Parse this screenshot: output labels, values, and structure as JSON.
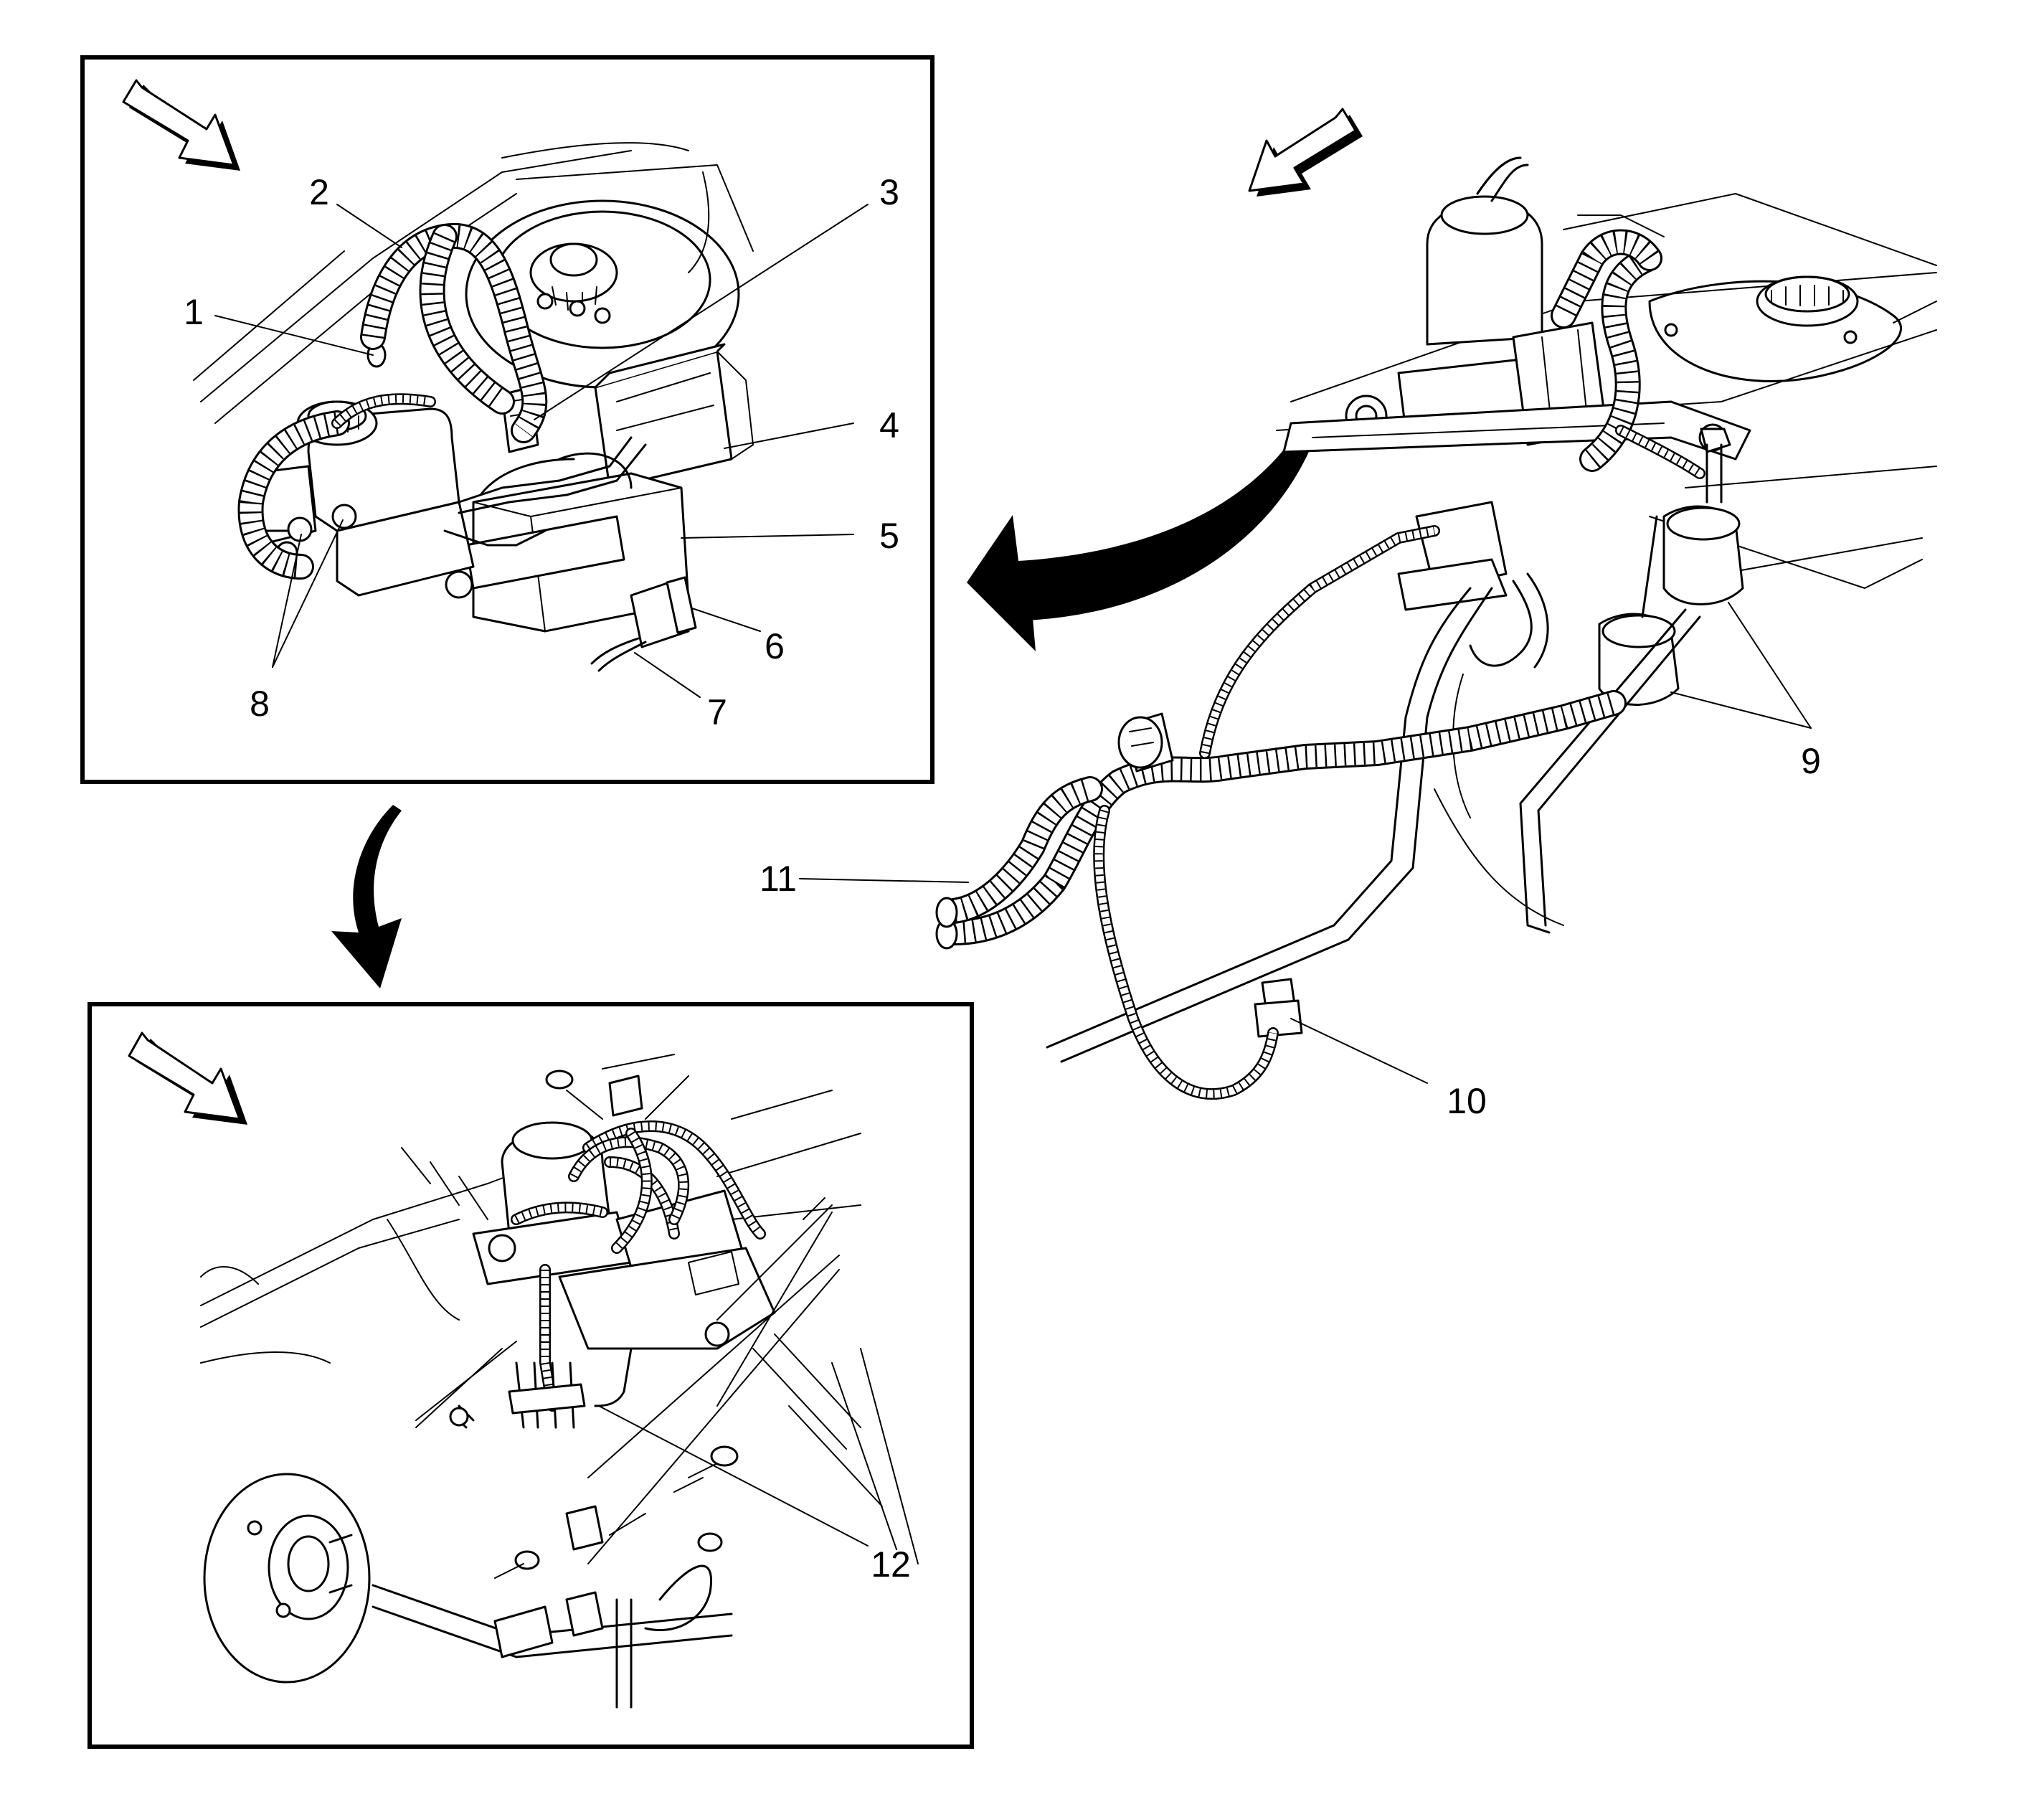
{
  "diagram": {
    "callouts": {
      "c1": "1",
      "c2": "2",
      "c3": "3",
      "c4": "4",
      "c5": "5",
      "c6": "6",
      "c7": "7",
      "c8": "8",
      "c9": "9",
      "c10": "10",
      "c11": "11",
      "c12": "12"
    },
    "icons": {
      "view_arrow": "view-direction-arrow-icon",
      "flow_arrow": "curved-flow-arrow-icon"
    },
    "colors": {
      "line": "#000000",
      "background": "#ffffff"
    }
  }
}
